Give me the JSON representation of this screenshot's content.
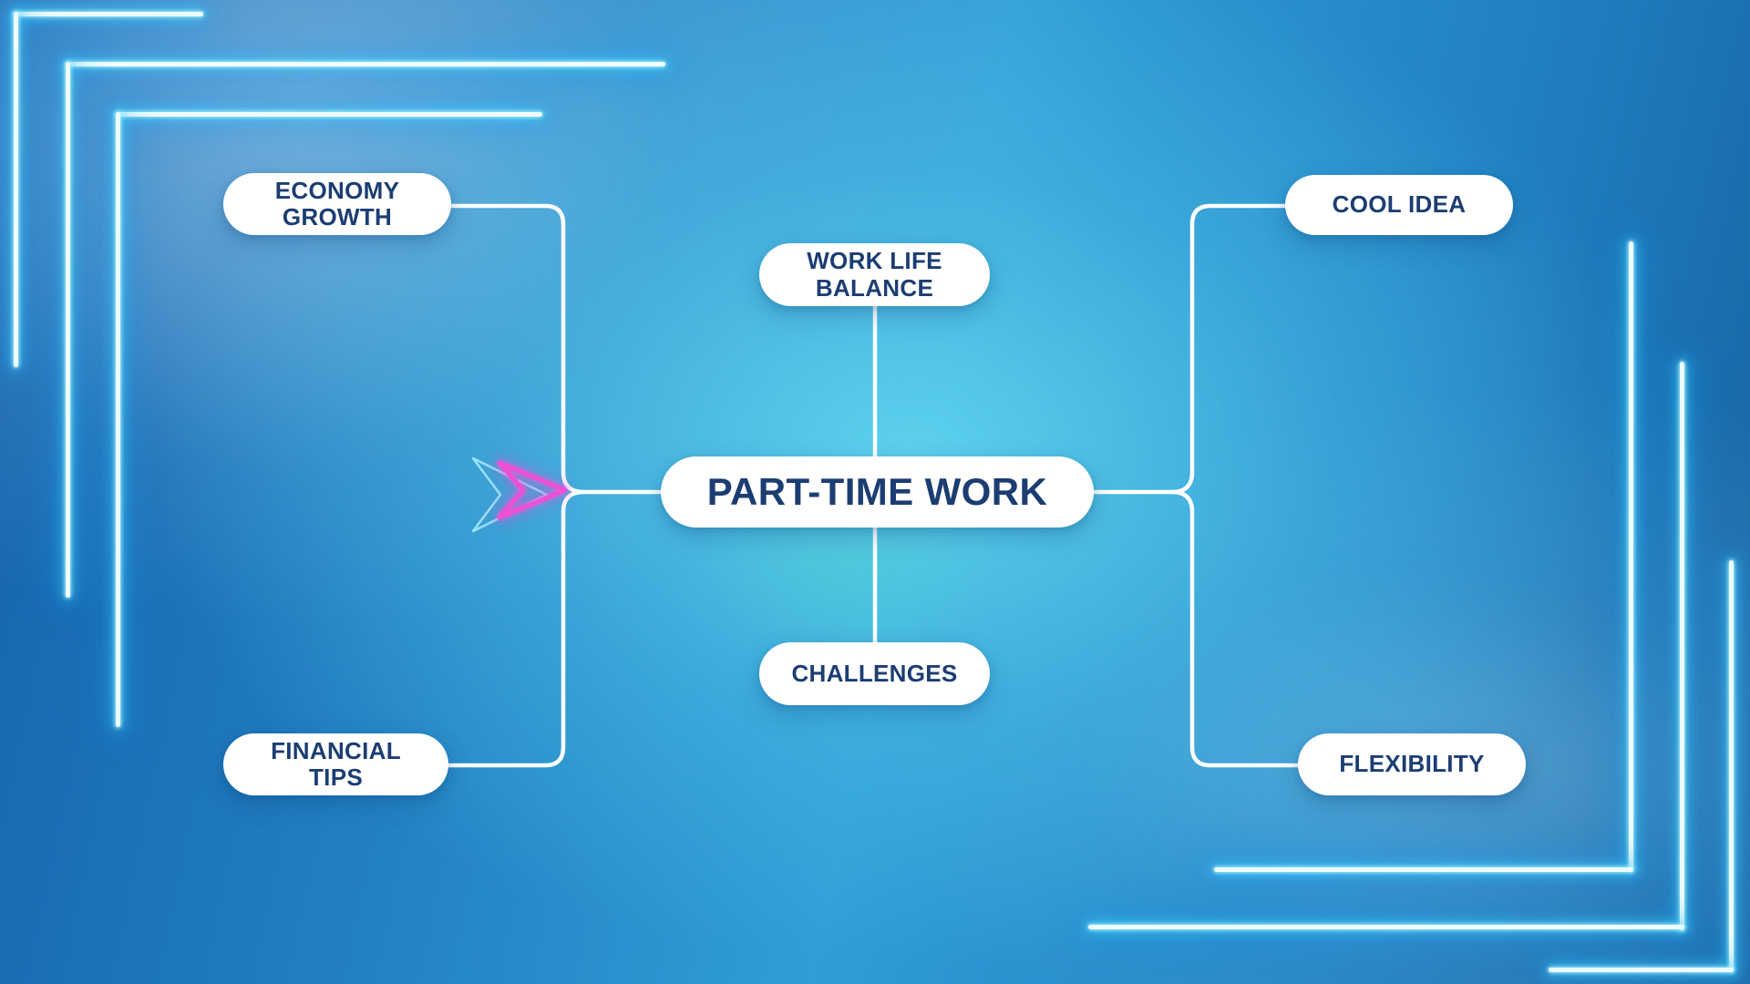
{
  "mindmap": {
    "center": "PART-TIME WORK",
    "top": "WORK LIFE\nBALANCE",
    "bottom": "CHALLENGES",
    "left_top": "ECONOMY\nGROWTH",
    "left_bottom": "FINANCIAL\nTIPS",
    "right_top": "COOL IDEA",
    "right_bottom": "FLEXIBILITY"
  },
  "icons": {
    "chevron": "double-chevron-right-icon"
  },
  "colors": {
    "background_center": "#49bce4",
    "background_edge": "#1a6ab3",
    "node_background": "#ffffff",
    "node_text": "#1b3d72",
    "connector": "#ffffff",
    "neon_line": "#7fe9ff",
    "chevron_front": "#ee4fd4",
    "chevron_back": "#9be1f7"
  }
}
